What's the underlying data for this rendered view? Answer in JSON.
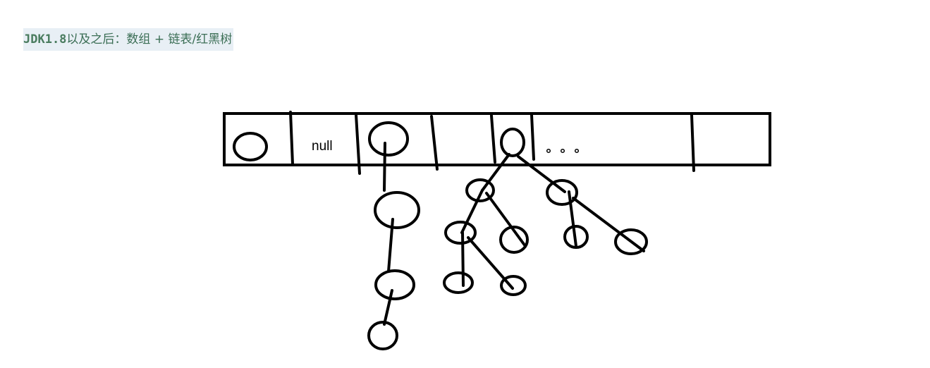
{
  "caption": {
    "code": "JDK1.8",
    "rest": "以及之后：数组 + 链表/红黑树"
  },
  "array": {
    "cells": [
      {
        "content": "node"
      },
      {
        "content": "null",
        "label": "null"
      },
      {
        "content": "linked-list"
      },
      {
        "content": "empty"
      },
      {
        "content": "red-black-tree"
      },
      {
        "content": "ellipsis",
        "label": "。。。"
      },
      {
        "content": "empty"
      }
    ]
  },
  "colors": {
    "ink": "#000000",
    "caption_bg": "#e8eff5",
    "caption_text": "#3d7a5a"
  }
}
